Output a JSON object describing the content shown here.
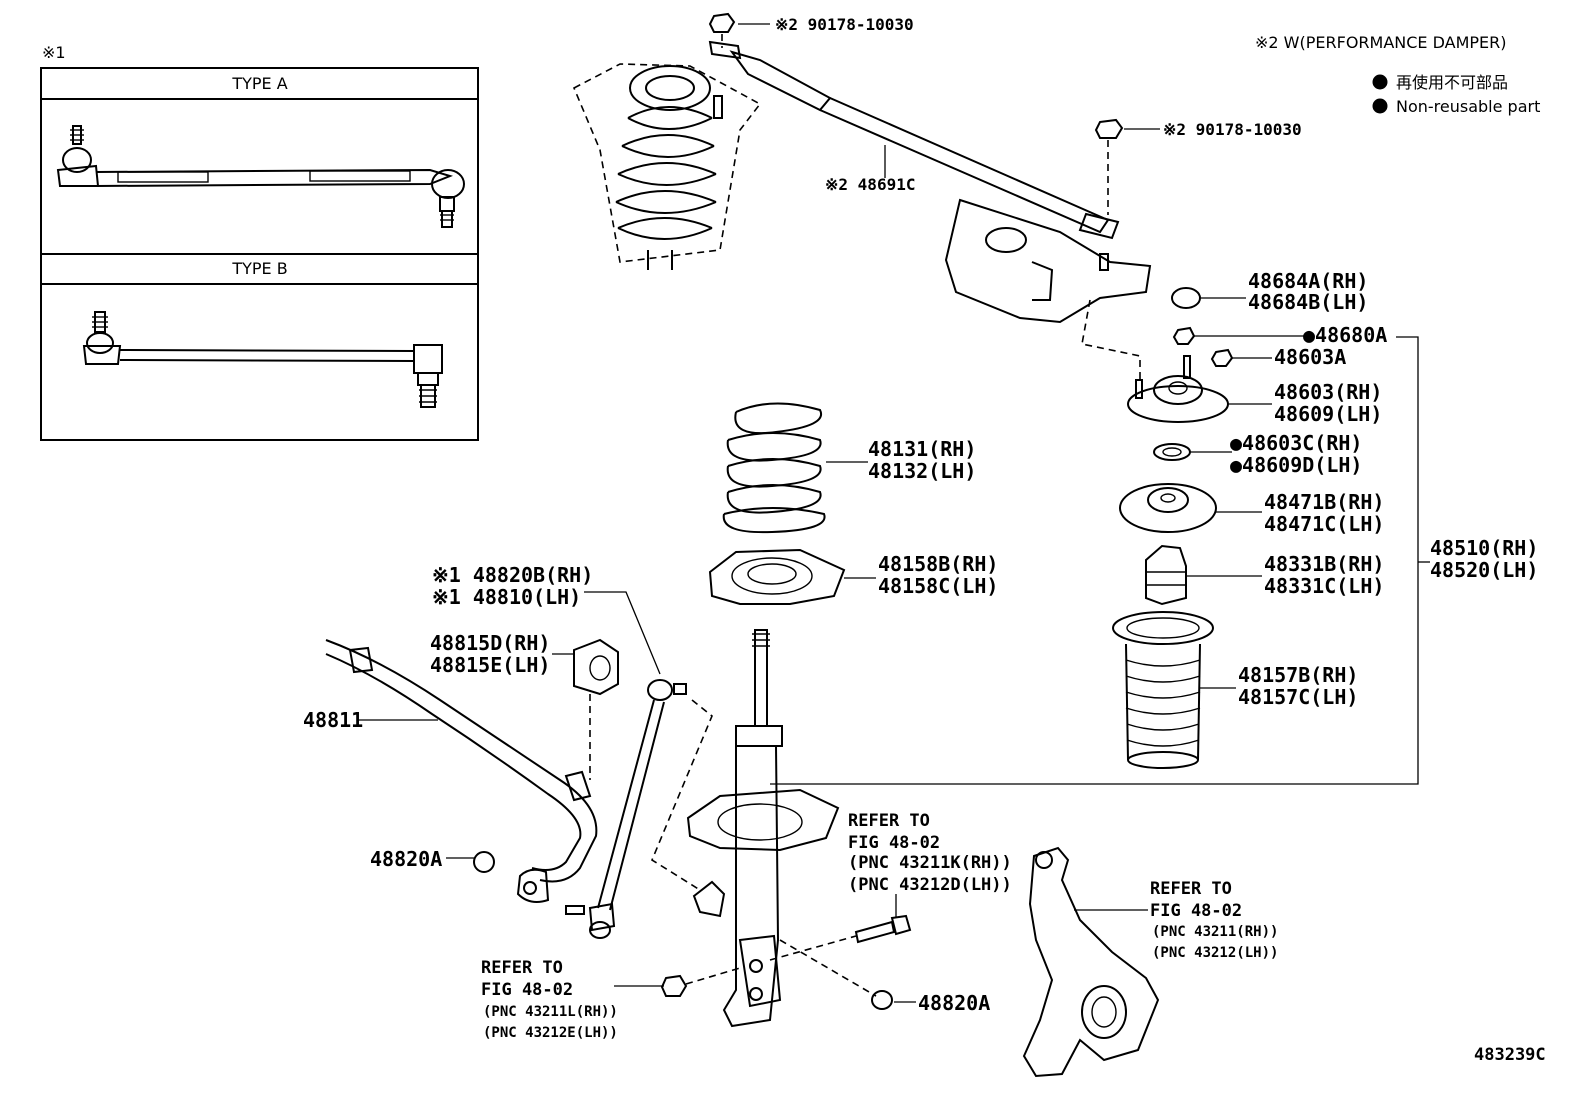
{
  "inset": {
    "note_mark": "※1",
    "type_a": "TYPE A",
    "type_b": "TYPE B"
  },
  "legend": {
    "note2": "※2 W(PERFORMANCE DAMPER)",
    "jp": "再使用不可部品",
    "en": "Non-reusable part"
  },
  "labels": {
    "nut_top": "※2 90178-10030",
    "nut_right": "※2 90178-10030",
    "damper": "※2 48691C",
    "p48684": [
      "48684A(RH)",
      "48684B(LH)"
    ],
    "p48680": "●48680A",
    "p48603a": "48603A",
    "p48603": [
      "48603(RH)",
      "48609(LH)"
    ],
    "p48603c": [
      "●48603C(RH)",
      "●48609D(LH)"
    ],
    "p48471": [
      "48471B(RH)",
      "48471C(LH)"
    ],
    "p48331": [
      "48331B(RH)",
      "48331C(LH)"
    ],
    "p48157": [
      "48157B(RH)",
      "48157C(LH)"
    ],
    "p48510": [
      "48510(RH)",
      "48520(LH)"
    ],
    "p48131": [
      "48131(RH)",
      "48132(LH)"
    ],
    "p48158": [
      "48158B(RH)",
      "48158C(LH)"
    ],
    "p48820b": [
      "※1 48820B(RH)",
      "※1 48810(LH)"
    ],
    "p48815": [
      "48815D(RH)",
      "48815E(LH)"
    ],
    "p48811": "48811",
    "p48820a_left": "48820A",
    "p48820a_right": "48820A",
    "ref_center": [
      "REFER TO",
      "FIG 48-02",
      "(PNC 43211K(RH))",
      "(PNC 43212D(LH))"
    ],
    "ref_right": [
      "REFER TO",
      "FIG 48-02",
      "(PNC 43211(RH))",
      "(PNC 43212(LH))"
    ],
    "ref_bottom": [
      "REFER TO",
      "FIG 48-02",
      "(PNC 43211L(RH))",
      "(PNC 43212E(LH))"
    ],
    "figure_code": "483239C"
  }
}
